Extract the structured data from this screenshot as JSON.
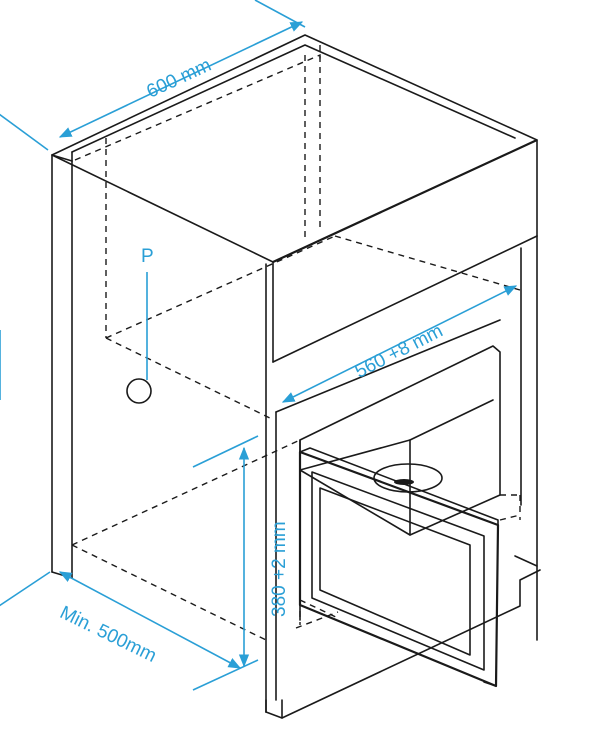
{
  "dimensions": {
    "width_label": "600 mm",
    "opening_width_label": "560 +8 mm",
    "opening_height_label": "380 +2 mm",
    "depth_label": "Min. 500mm",
    "point_label": "P"
  },
  "colors": {
    "dimension": "#2a9fd6",
    "outline": "#1a1a1a"
  }
}
